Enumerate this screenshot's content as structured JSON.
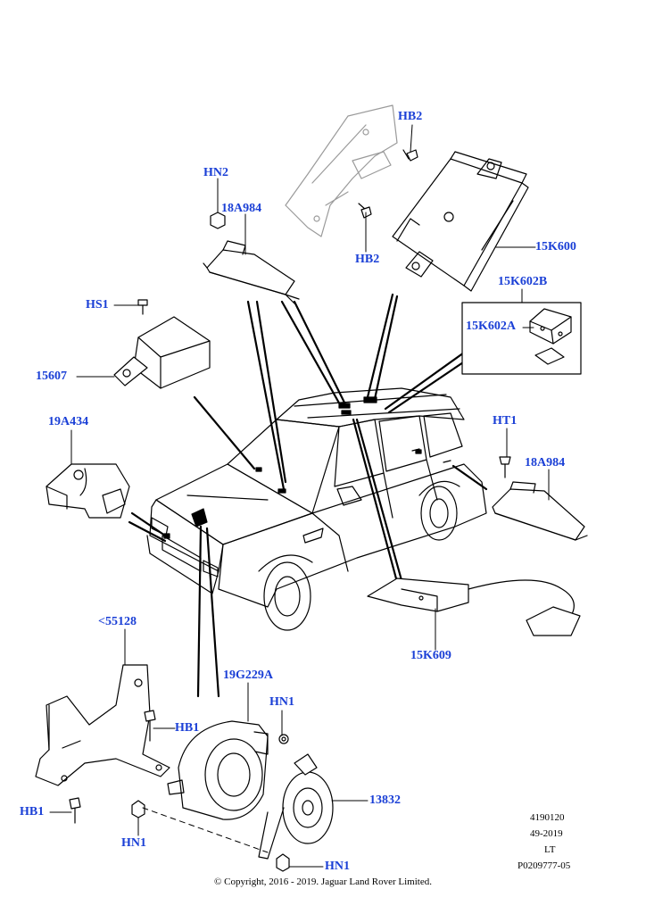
{
  "labels": {
    "hb2_top": "HB2",
    "hb2_bottom": "HB2",
    "hn2": "HN2",
    "p18a984_top": "18A984",
    "p15k600": "15K600",
    "p15k602b": "15K602B",
    "p15k602a": "15K602A",
    "hs1": "HS1",
    "p15607": "15607",
    "p19a434": "19A434",
    "ht1": "HT1",
    "p18a984_right": "18A984",
    "p15k609": "15K609",
    "p55128": "<55128",
    "p19g229a": "19G229A",
    "hn1_top": "HN1",
    "hb1_right": "HB1",
    "p13832": "13832",
    "hb1_left": "HB1",
    "hn1_left": "HN1",
    "hn1_bottom": "HN1"
  },
  "meta": {
    "line1": "4190120",
    "line2": "49-2019",
    "line3": "LT",
    "line4": "P0209777-05"
  },
  "copyright": "© Copyright, 2016 - 2019. Jaguar Land Rover Limited.",
  "colors": {
    "label": "#1a3fd6",
    "line": "#000000",
    "part_fill": "#ffffff",
    "bracket_grey": "#9a9a9a"
  }
}
